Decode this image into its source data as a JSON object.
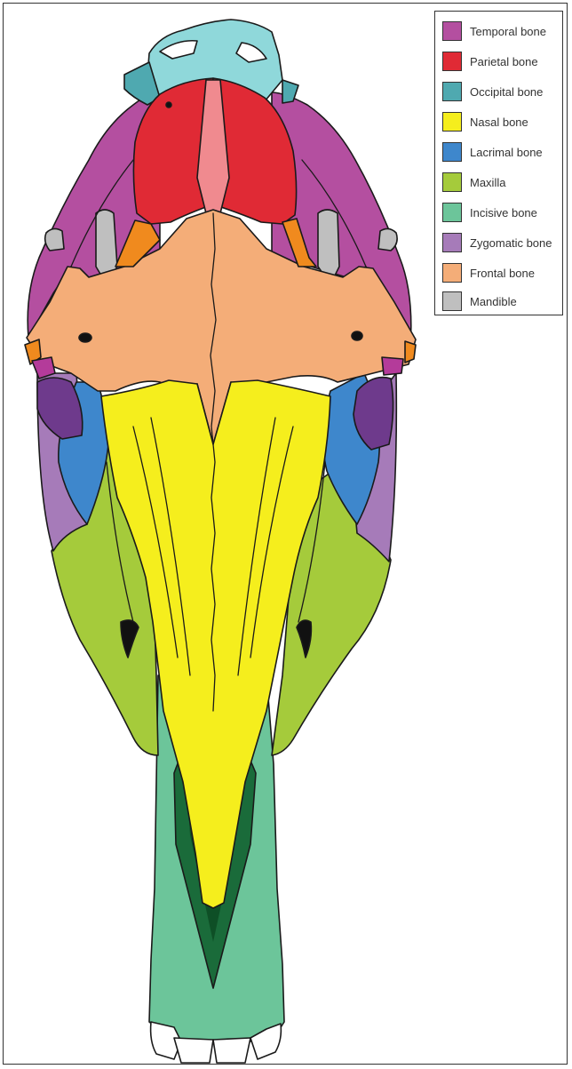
{
  "colors": {
    "temporal": "#b44fa0",
    "parietal": "#e02a35",
    "occipital": "#8fd8da",
    "nasal": "#f5ee1d",
    "lacrimal": "#3e87cc",
    "maxilla": "#a5cb3b",
    "incisive": "#6cc59a",
    "zygomatic": "#a67bb9",
    "frontal": "#f4ad78",
    "mandible": "#bfbfbf",
    "outline": "#1a1a1a"
  },
  "legend": {
    "items": [
      {
        "label": "Temporal bone",
        "color": "#b44fa0"
      },
      {
        "label": "Parietal bone",
        "color": "#e02a35"
      },
      {
        "label": "Occipital bone",
        "color": "#4fa9b0"
      },
      {
        "label": "Nasal bone",
        "color": "#f5ee1d"
      },
      {
        "label": "Lacrimal bone",
        "color": "#3e87cc"
      },
      {
        "label": "Maxilla",
        "color": "#a5cb3b"
      },
      {
        "label": "Incisive bone",
        "color": "#6cc59a"
      },
      {
        "label": "Zygomatic bone",
        "color": "#a67bb9"
      },
      {
        "label": "Frontal bone",
        "color": "#f4ad78"
      },
      {
        "label": "Mandible",
        "color": "#bfbfbf"
      }
    ]
  }
}
